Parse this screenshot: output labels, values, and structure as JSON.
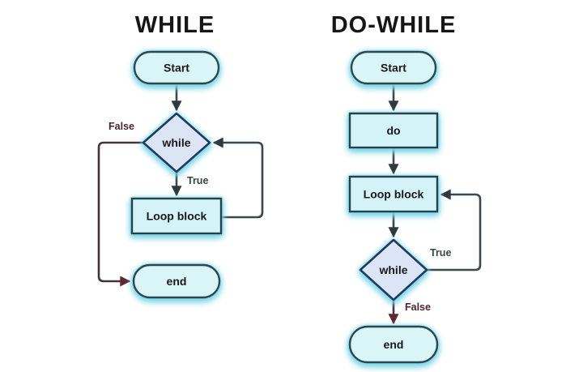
{
  "colors": {
    "bg": "#ffffff",
    "title": "#161616",
    "node-text": "#17181a",
    "pill-fill": "#d9f5f8",
    "pill-stroke": "#2a4850",
    "rect-fill": "#d4f3f8",
    "rect-stroke": "#24424d",
    "diamond-fill": "#dce5f6",
    "diamond-stroke": "#1f3c5e",
    "edge": "#3c4850",
    "edge-arrow": "#2e3a40",
    "false-edge": "#44343c",
    "false-arrow": "#5b2a34",
    "false-label": "#4d2430",
    "true-label": "#35463e",
    "glow": "#7dd6e6"
  },
  "while_flowchart": {
    "title": "WHILE",
    "start": "Start",
    "condition": "while",
    "loop_block": "Loop block",
    "end": "end",
    "true_label": "True",
    "false_label": "False"
  },
  "do_while_flowchart": {
    "title": "DO-WHILE",
    "start": "Start",
    "do_block": "do",
    "loop_block": "Loop block",
    "condition": "while",
    "end": "end",
    "true_label": "True",
    "false_label": "False"
  }
}
